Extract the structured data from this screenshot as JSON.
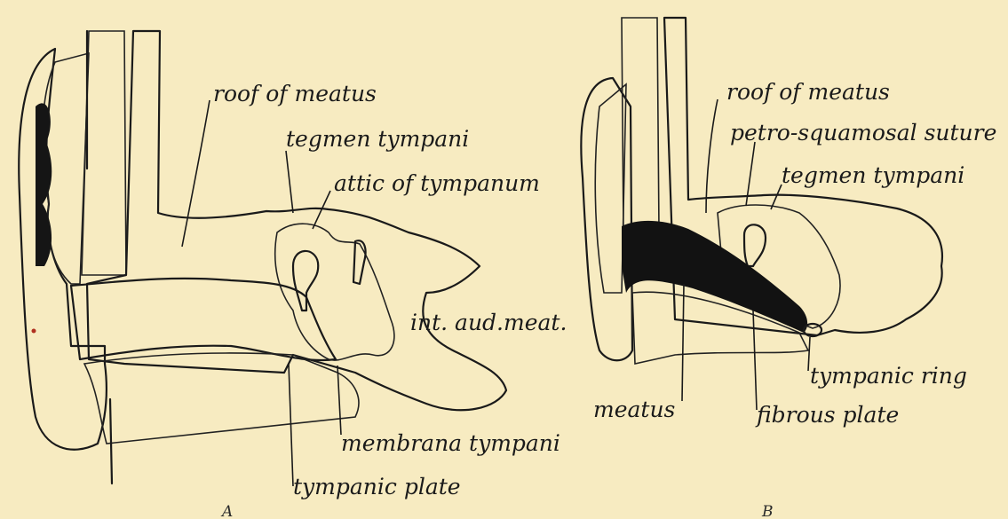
{
  "diagram_a": {
    "caption": "A",
    "labels": {
      "roof_of_meatus": "roof of meatus",
      "tegmen_tympani": "tegmen tympani",
      "attic_of_tympanum": "attic of tympanum",
      "int_aud_meat": "int. aud.meat.",
      "membrana_tympani": "membrana tympani",
      "tympanic_plate": "tympanic plate"
    }
  },
  "diagram_b": {
    "caption": "B",
    "labels": {
      "roof_of_meatus": "roof of meatus",
      "petro_squamosal_suture": "petro-squamosal suture",
      "tegmen_tympani": "tegmen tympani",
      "tympanic_ring": "tympanic ring",
      "meatus": "meatus",
      "fibrous_plate": "fibrous plate"
    }
  },
  "colors": {
    "paper": "#f7ebc1",
    "ink": "#1a1a1a"
  }
}
